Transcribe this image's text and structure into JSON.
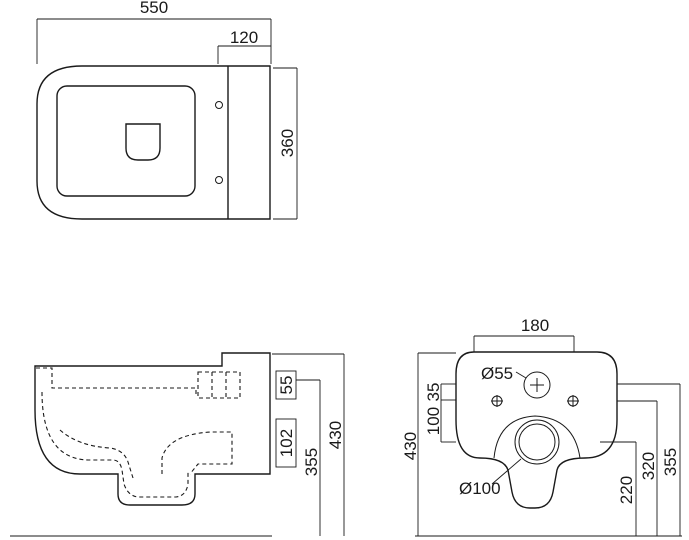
{
  "top_view": {
    "overall_length": "550",
    "tank_depth": "120",
    "overall_width": "360"
  },
  "side_view": {
    "upper_offset": "55",
    "outlet_height": "102",
    "inlet_height": "355",
    "overall_height": "430"
  },
  "rear_view": {
    "mount_width": "180",
    "inlet_diameter": "Ø55",
    "outlet_diameter": "Ø100",
    "overall_height": "430",
    "bolt_offset": "35",
    "bolt_to_outlet": "100",
    "outlet_center": "220",
    "bolt_height": "320",
    "inlet_center": "355"
  }
}
